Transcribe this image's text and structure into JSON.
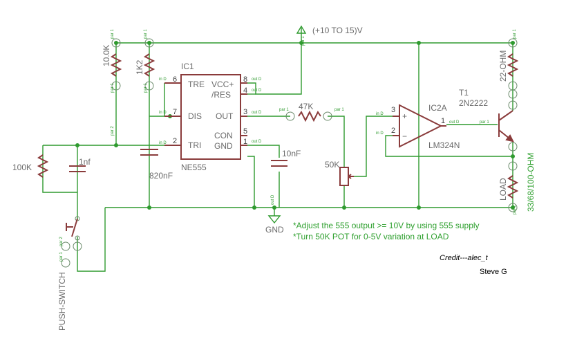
{
  "supply_label": "(+10 TO 15)V",
  "ic1": {
    "ref": "IC1",
    "part": "NE555",
    "pins": {
      "tre": "TRE",
      "dis": "DIS",
      "tri": "TRI",
      "vcc": "VCC+",
      "res": "/RES",
      "out": "OUT",
      "con": "CON",
      "gnd": "GND"
    },
    "pin_numbers": {
      "p6": "6",
      "p7": "7",
      "p2": "2",
      "p8": "8",
      "p4": "4",
      "p3": "3",
      "p5": "5",
      "p1": "1"
    }
  },
  "ic2": {
    "ref": "IC2A",
    "part": "LM324N",
    "plus": "+",
    "minus": "−",
    "pin3": "3",
    "pin2": "2",
    "pin1": "1"
  },
  "t1": {
    "ref": "T1",
    "part": "2N2222"
  },
  "parts": {
    "r_10k": "10.0K",
    "r_1k2": "1K2",
    "r_100k": "100K",
    "c_1nf": "1nf",
    "c_820nf": "820nF",
    "c_10nf": "10nF",
    "r_47k": "47K",
    "pot_50k": "50K",
    "r_22": "22-OHM",
    "load": "LOAD",
    "load_values": "33/68/100-OHM",
    "gnd": "GND",
    "switch": "PUSH-SWITCH"
  },
  "tags": {
    "par1": "par 1",
    "par2": "par 2",
    "in": "in D",
    "out": "out D"
  },
  "notes": [
    "*Adjust the 555 output >= 10V by using 555 supply",
    "*Turn 50K POT for 0-5V variation at LOAD"
  ],
  "credit": "Credit---alec_t",
  "author": "Steve G"
}
